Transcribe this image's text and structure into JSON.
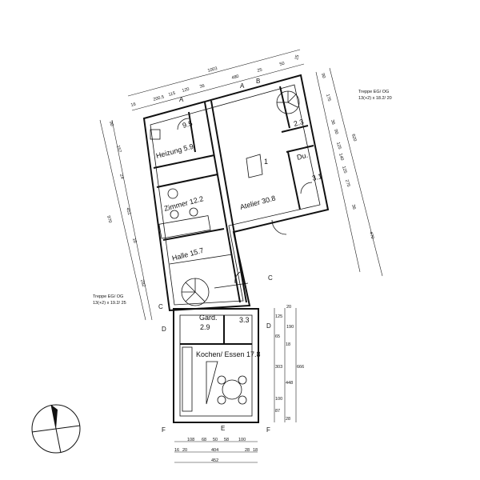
{
  "rooms": {
    "r95": "9.5",
    "heizung": "Heizung 5.9",
    "r23": "2.3",
    "du": "Du.",
    "r31": "3.1",
    "zimmer": "Zimmer 12.2",
    "atelier": "Atelier 30.8",
    "halle": "Halle 15.7",
    "gard": "Gard.",
    "r29": "2.9",
    "r33": "3.3",
    "kochen": "Kochen/ Essen 17.8",
    "marker1": "1"
  },
  "notes": {
    "stair_right_1": "Treppe EG/ OG",
    "stair_right_2": "13(+2) x 18.2/ 20",
    "stair_left_1": "Treppe EG/ OG",
    "stair_left_2": "13(+2) x 19.2/ 25"
  },
  "section_marks": [
    "A",
    "B",
    "A",
    "C",
    "C",
    "D",
    "D",
    "F",
    "F",
    "E"
  ],
  "dimensions": {
    "top": [
      "1003",
      "16",
      "200.5",
      "115",
      "120",
      "36",
      "480",
      "25",
      "50",
      "25"
    ],
    "right": [
      "90",
      "175",
      "36",
      "90",
      "125",
      "140",
      "125",
      "275",
      "620",
      "36",
      "470"
    ],
    "left": [
      "90",
      "157",
      "24",
      "451",
      "970",
      "16",
      "282"
    ],
    "bottom": [
      "108",
      "68",
      "50",
      "58",
      "100",
      "16",
      "20",
      "404",
      "28",
      "18",
      "452"
    ],
    "kitchen_right": [
      "20",
      "125",
      "190",
      "65",
      "18",
      "303",
      "448",
      "666",
      "100",
      "87",
      "28"
    ]
  }
}
